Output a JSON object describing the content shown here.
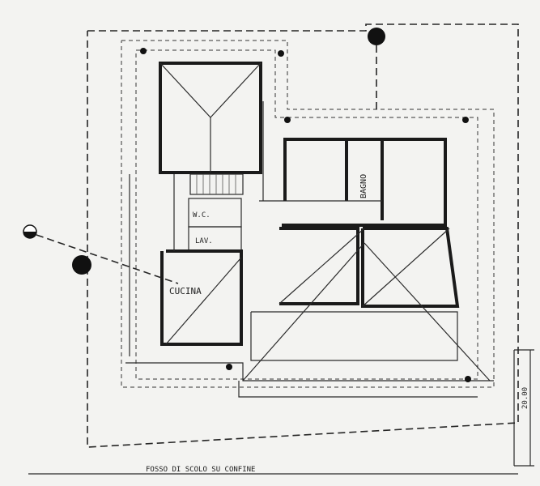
{
  "labels": {
    "bagno": "BAGNO",
    "wc": "W.C.",
    "lav": "LAV.",
    "cucina": "CUCINA",
    "fosso": "FOSSO DI SCOLO SU CONFINE",
    "dimension": "20.00"
  },
  "colors": {
    "paper": "#f3f3f1",
    "ink": "#1a1a1a"
  }
}
